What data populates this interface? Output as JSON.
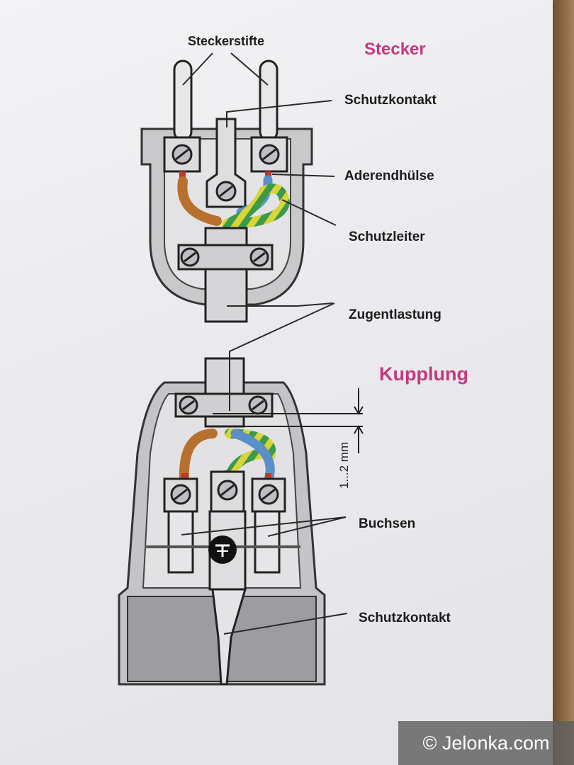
{
  "headings": {
    "plug": "Stecker",
    "coupler": "Kupplung"
  },
  "labels": {
    "pins": "Steckerstifte",
    "earth_contact_top": "Schutzkontakt",
    "ferrule": "Aderendhülse",
    "earth_wire": "Schutzleiter",
    "strain_relief": "Zugentlastung",
    "sockets": "Buchsen",
    "earth_contact_bottom": "Schutzkontakt"
  },
  "dimension_label": "1...2 mm",
  "watermark": "© Jelonka.com",
  "colors": {
    "heading": "#c23a7c",
    "brown_wire": "#b8702e",
    "blue_wire": "#5a8fc8",
    "earth_yellow": "#d8d43a",
    "earth_green": "#3a9a4a"
  }
}
